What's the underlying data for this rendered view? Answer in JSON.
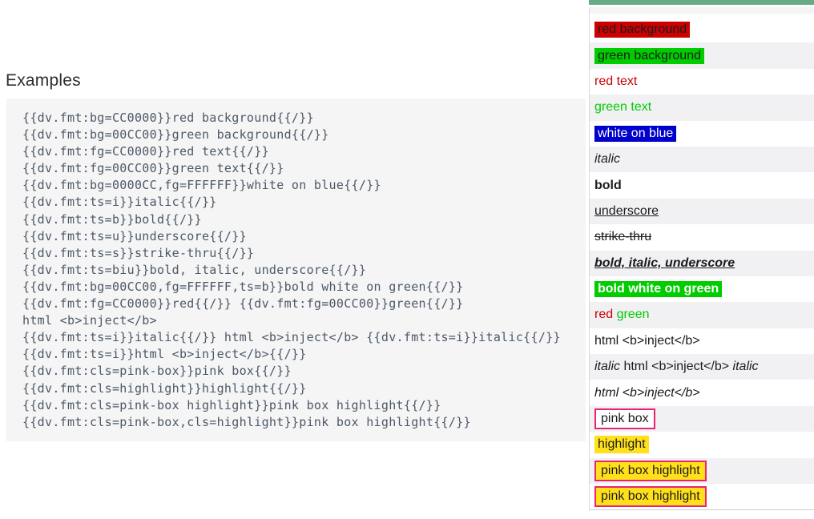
{
  "heading": "Examples",
  "code_block": {
    "lines": [
      "{{dv.fmt:bg=CC0000}}red background{{/}}",
      "{{dv.fmt:bg=00CC00}}green background{{/}}",
      "{{dv.fmt:fg=CC0000}}red text{{/}}",
      "{{dv.fmt:fg=00CC00}}green text{{/}}",
      "{{dv.fmt:bg=0000CC,fg=FFFFFF}}white on blue{{/}}",
      "{{dv.fmt:ts=i}}italic{{/}}",
      "{{dv.fmt:ts=b}}bold{{/}}",
      "{{dv.fmt:ts=u}}underscore{{/}}",
      "{{dv.fmt:ts=s}}strike-thru{{/}}",
      "{{dv.fmt:ts=biu}}bold, italic, underscore{{/}}",
      "{{dv.fmt:bg=00CC00,fg=FFFFFF,ts=b}}bold white on green{{/}}",
      "{{dv.fmt:fg=CC0000}}red{{/}} {{dv.fmt:fg=00CC00}}green{{/}}",
      "html <b>inject</b>",
      "{{dv.fmt:ts=i}}italic{{/}} html <b>inject</b> {{dv.fmt:ts=i}}italic{{/}}",
      "{{dv.fmt:ts=i}}html <b>inject</b>{{/}}",
      "{{dv.fmt:cls=pink-box}}pink box{{/}}",
      "{{dv.fmt:cls=highlight}}highlight{{/}}",
      "{{dv.fmt:cls=pink-box highlight}}pink box highlight{{/}}",
      "{{dv.fmt:cls=pink-box,cls=highlight}}pink box highlight{{/}}"
    ]
  },
  "results_panel": {
    "rows": [
      {
        "label": "red-background",
        "segments": [
          {
            "text": "red background",
            "styles": [
              "bg-red"
            ]
          }
        ]
      },
      {
        "label": "green-background",
        "segments": [
          {
            "text": "green background",
            "styles": [
              "bg-green"
            ]
          }
        ]
      },
      {
        "label": "red-text",
        "segments": [
          {
            "text": "red text",
            "styles": [
              "fg-red"
            ]
          }
        ]
      },
      {
        "label": "green-text",
        "segments": [
          {
            "text": "green text",
            "styles": [
              "fg-green"
            ]
          }
        ]
      },
      {
        "label": "white-on-blue",
        "segments": [
          {
            "text": "white on blue",
            "styles": [
              "bg-blue",
              "fg-white"
            ]
          }
        ]
      },
      {
        "label": "italic",
        "segments": [
          {
            "text": "italic",
            "styles": [
              "italic"
            ]
          }
        ]
      },
      {
        "label": "bold",
        "segments": [
          {
            "text": "bold",
            "styles": [
              "bold"
            ]
          }
        ]
      },
      {
        "label": "underscore",
        "segments": [
          {
            "text": "underscore",
            "styles": [
              "underline"
            ]
          }
        ]
      },
      {
        "label": "strike-thru",
        "segments": [
          {
            "text": "strike-thru",
            "styles": [
              "strike"
            ]
          }
        ]
      },
      {
        "label": "bold-italic-underscore",
        "segments": [
          {
            "text": "bold, italic, underscore",
            "styles": [
              "bold",
              "italic",
              "underline"
            ]
          }
        ]
      },
      {
        "label": "bold-white-on-green",
        "segments": [
          {
            "text": "bold white on green",
            "styles": [
              "bg-green",
              "fg-white",
              "bold"
            ]
          }
        ]
      },
      {
        "label": "red-green",
        "segments": [
          {
            "text": "red",
            "styles": [
              "fg-red"
            ]
          },
          {
            "text": " ",
            "styles": []
          },
          {
            "text": "green",
            "styles": [
              "fg-green"
            ]
          }
        ]
      },
      {
        "label": "html-inject",
        "segments": [
          {
            "text": "html <b>inject</b>",
            "styles": []
          }
        ]
      },
      {
        "label": "italic-html-inject-italic",
        "segments": [
          {
            "text": "italic",
            "styles": [
              "italic"
            ]
          },
          {
            "text": " html <b>inject</b> ",
            "styles": []
          },
          {
            "text": "italic",
            "styles": [
              "italic"
            ]
          }
        ]
      },
      {
        "label": "italic-html-inject",
        "segments": [
          {
            "text": "html <b>inject</b>",
            "styles": [
              "italic"
            ]
          }
        ]
      },
      {
        "label": "pink-box",
        "segments": [
          {
            "text": "pink box",
            "styles": [
              "pink-box"
            ]
          }
        ]
      },
      {
        "label": "highlight",
        "segments": [
          {
            "text": "highlight",
            "styles": [
              "highlight"
            ]
          }
        ]
      },
      {
        "label": "pink-box-highlight-1",
        "segments": [
          {
            "text": "pink box highlight",
            "styles": [
              "pink-box",
              "highlight"
            ]
          }
        ]
      },
      {
        "label": "pink-box-highlight-2",
        "segments": [
          {
            "text": "pink box highlight",
            "styles": [
              "pink-box",
              "highlight"
            ]
          }
        ]
      }
    ]
  },
  "colors": {
    "accent_bar_green": "#66AB84",
    "red": "#CC0000",
    "green": "#00CC00",
    "blue": "#0000CC",
    "white_text": "#FFFFFF",
    "pink_border": "#EC2272",
    "highlight_yellow": "#FFE01A",
    "row_stripe": "#F1F1F4",
    "code_background": "#F5F5F6",
    "code_text": "#4C5866"
  }
}
